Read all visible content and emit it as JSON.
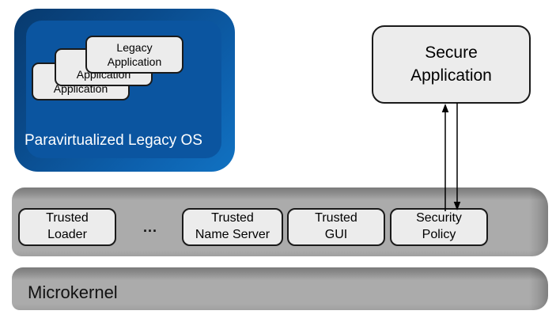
{
  "diagram": {
    "legacy_os": {
      "label": "Paravirtualized Legacy OS",
      "applications": [
        {
          "label": "Legacy\nApplication"
        },
        {
          "label": "Legacy\nApplication"
        },
        {
          "label": "Legacy\nApplication"
        }
      ]
    },
    "secure_application": {
      "label": "Secure\nApplication"
    },
    "services": {
      "loader": {
        "label": "Trusted\nLoader"
      },
      "ellipsis": "...",
      "name_server": {
        "label": "Trusted\nName Server"
      },
      "gui": {
        "label": "Trusted\nGUI"
      },
      "security_policy": {
        "label": "Security\nPolicy"
      }
    },
    "microkernel": {
      "label": "Microkernel"
    },
    "icons": {
      "up_arrow": "↑",
      "down_arrow": "↓"
    },
    "colors": {
      "legacy_os_face": "#0b55a0",
      "legacy_os_bevel_dark": "#083a6e",
      "legacy_os_bevel_light": "#1172c2",
      "bar_face": "#ababab",
      "bar_top_bevel": "#7b7b7b",
      "component_fill": "#ececec",
      "component_border": "#1a1a1a",
      "os_label_text": "#ffffff",
      "text": "#000000"
    }
  }
}
